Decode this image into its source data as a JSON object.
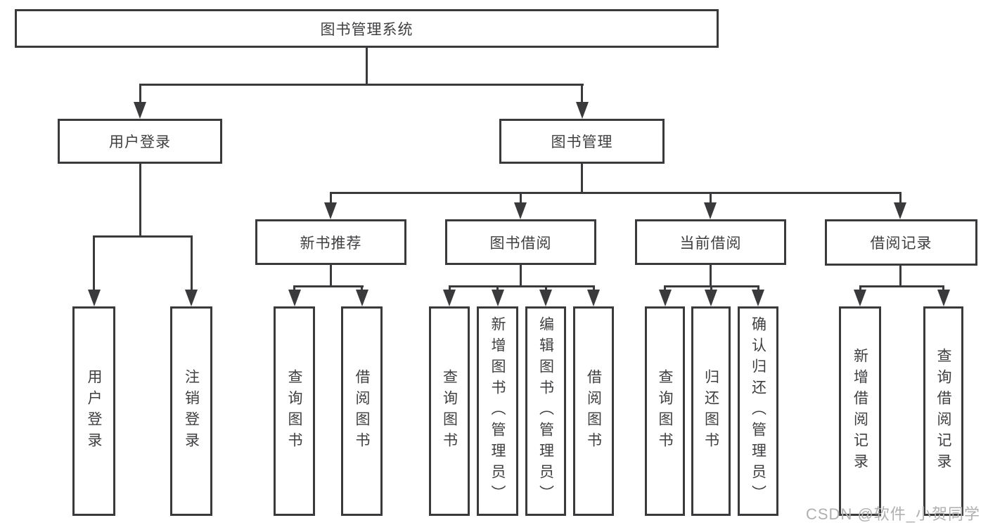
{
  "colors": {
    "line": "#3a3a3c",
    "text": "#3f3f41",
    "box_fill": "#ffffff",
    "background": "#ffffff",
    "watermark": "#b0b0b0"
  },
  "watermark": {
    "text": "CSDN @软件_小贺同学"
  },
  "tree": {
    "label": "图书管理系统",
    "children": [
      {
        "label": "用户登录",
        "children": [
          {
            "label": "用户登录"
          },
          {
            "label": "注销登录"
          }
        ]
      },
      {
        "label": "图书管理",
        "children": [
          {
            "label": "新书推荐",
            "children": [
              {
                "label": "查询图书"
              },
              {
                "label": "借阅图书"
              }
            ]
          },
          {
            "label": "图书借阅",
            "children": [
              {
                "label": "查询图书"
              },
              {
                "label": "新增图书（管理员）"
              },
              {
                "label": "编辑图书（管理员）"
              },
              {
                "label": "借阅图书"
              }
            ]
          },
          {
            "label": "当前借阅",
            "children": [
              {
                "label": "查询图书"
              },
              {
                "label": "归还图书"
              },
              {
                "label": "确认归还（管理员）"
              }
            ]
          },
          {
            "label": "借阅记录",
            "children": [
              {
                "label": "新增借阅记录"
              },
              {
                "label": "查询借阅记录"
              }
            ]
          }
        ]
      }
    ]
  }
}
